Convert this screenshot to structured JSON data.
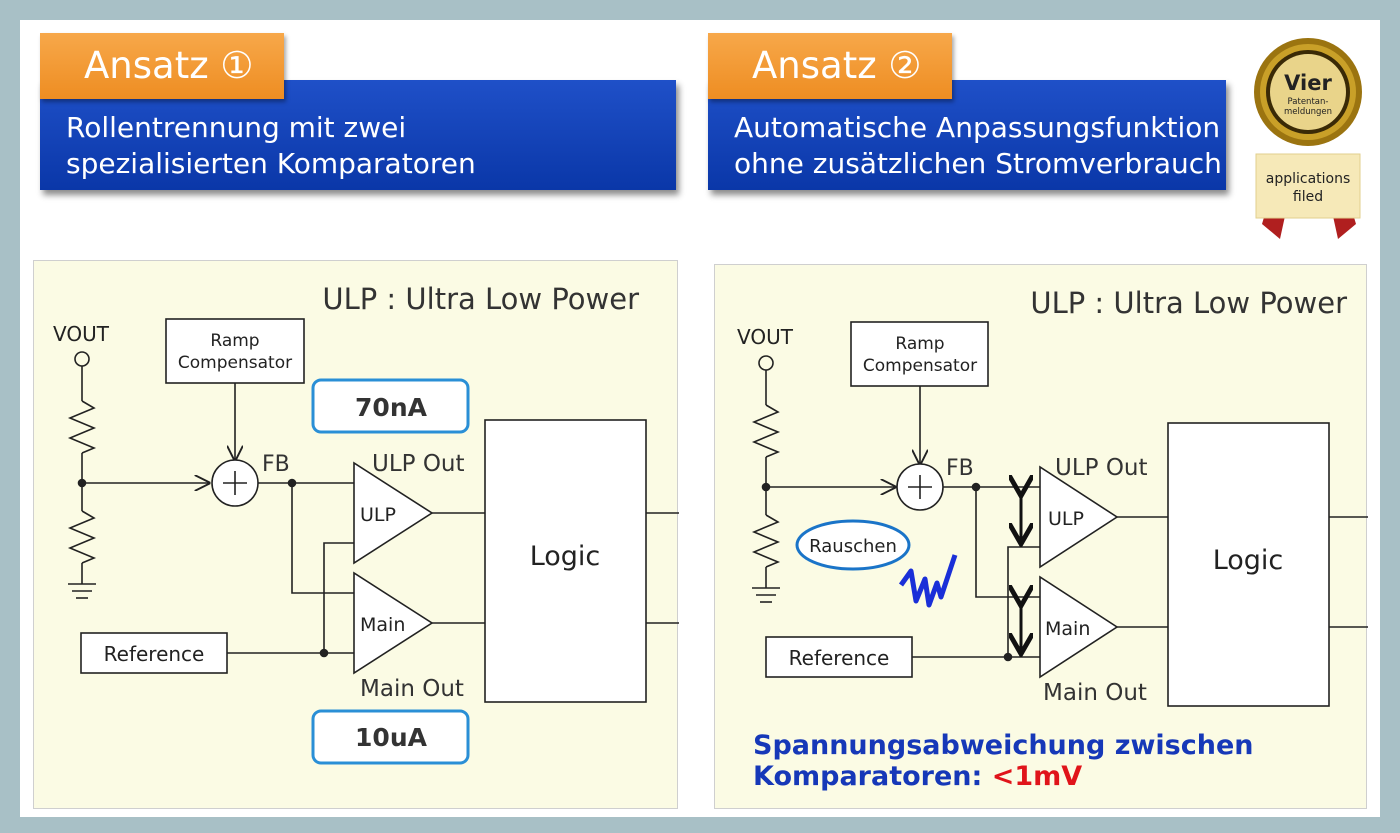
{
  "approaches": [
    {
      "tab_label": "Ansatz ①",
      "heading_lines": [
        "Rollentrennung mit zwei",
        "spezialisierten Komparatoren"
      ],
      "diagram": {
        "title": "ULP : Ultra Low Power",
        "vout": "VOUT",
        "ramp": [
          "Ramp",
          "Compensator"
        ],
        "fb": "FB",
        "ulp_out": "ULP Out",
        "main_out": "Main Out",
        "ulp": "ULP",
        "main": "Main",
        "logic": "Logic",
        "reference": "Reference",
        "current_ulp": "70nA",
        "current_main": "10uA"
      }
    },
    {
      "tab_label": "Ansatz ②",
      "heading_lines": [
        "Automatische Anpassungsfunktion",
        "ohne zusätzlichen Stromverbrauch"
      ],
      "diagram": {
        "title": "ULP : Ultra Low Power",
        "vout": "VOUT",
        "ramp": [
          "Ramp",
          "Compensator"
        ],
        "fb": "FB",
        "ulp_out": "ULP Out",
        "main_out": "Main Out",
        "ulp": "ULP",
        "main": "Main",
        "logic": "Logic",
        "reference": "Reference",
        "noise_label": "Rauschen",
        "deviation_line1": "Spannungsabweichung zwischen",
        "deviation_line2_prefix": "Komparatoren: ",
        "deviation_value": "<1mV"
      }
    }
  ],
  "seal": {
    "top": "Vier",
    "middle_lines": [
      "Patentan-",
      "meldungen"
    ],
    "ribbon_lines": [
      "applications",
      "filed"
    ]
  },
  "colors": {
    "tab_orange": "#f19a35",
    "banner_blue": "#0d3cad",
    "panel_bg": "#fbfbe4",
    "badge_border": "#2a8fd6",
    "noise_blue": "#1a2fd8",
    "deviation_blue": "#1638b8",
    "deviation_red": "#e0141a",
    "background": "#a8c0c6"
  }
}
